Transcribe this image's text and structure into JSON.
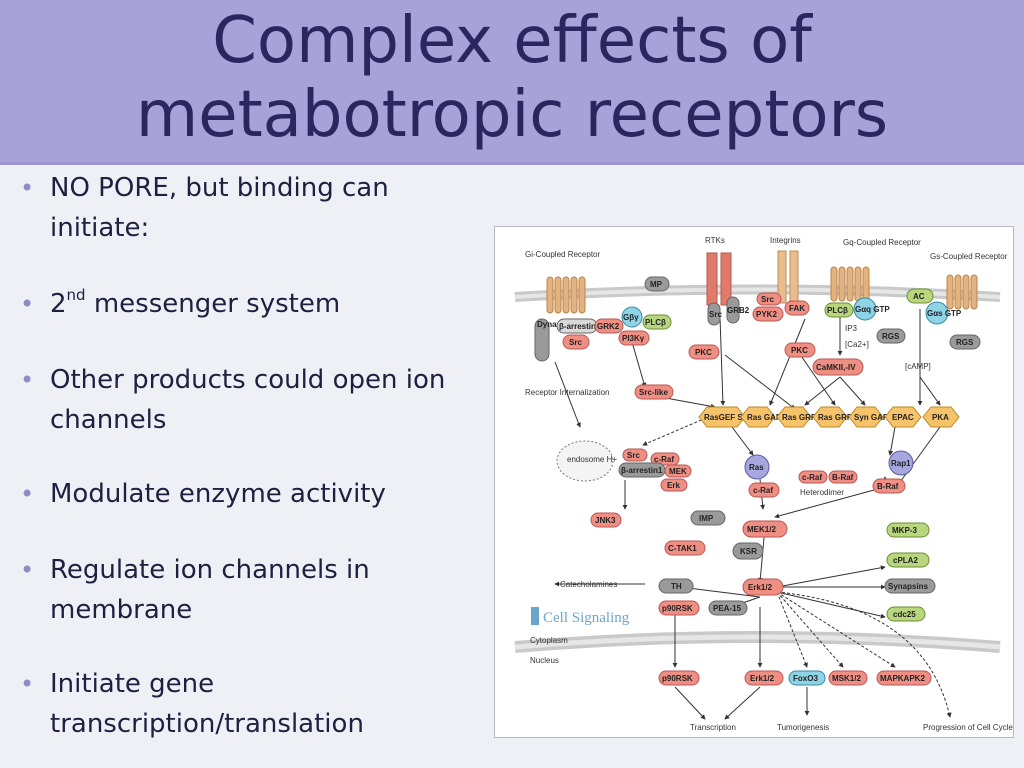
{
  "title_line1": "Complex effects of",
  "title_line2": "metabotropic receptors",
  "bullets": {
    "b1": "NO PORE, but binding can initiate:",
    "b2_pre": "2",
    "b2_sup": "nd",
    "b2_post": " messenger system",
    "b3": "Other products could open ion channels",
    "b4": "Modulate enzyme activity",
    "b5": "Regulate ion channels in membrane",
    "b6": "Initiate gene transcription/translation"
  },
  "diagram": {
    "labels": {
      "gi_receptor": "Gi-Coupled Receptor",
      "rtks": "RTKs",
      "integrins": "Integrins",
      "gq_receptor": "Gq-Coupled Receptor",
      "gs_receptor": "Gs-Coupled Receptor",
      "receptor_internalization": "Receptor Internalization",
      "heterodimer": "Heterodimer",
      "camp": "[cAMP]",
      "ip3": "IP3",
      "ca": "[Ca2+]",
      "catecholamines": "Catecholamines",
      "cytoplasm": "Cytoplasm",
      "nucleus": "Nucleus",
      "transcription": "Transcription",
      "tumorigenesis": "Tumorigenesis",
      "progression": "Progression of Cell Cycle",
      "endosome": "endosome H+",
      "logo": "Cell Signaling"
    },
    "nodes": {
      "dynamin": "Dynamin",
      "b_arrestin": "β-arrestin",
      "src1": "Src",
      "grk2": "GRK2",
      "gby": "Gβγ",
      "plcb1": "PLCβ",
      "pi3k": "PI3Kγ",
      "mp": "MP",
      "src2": "Src",
      "grb2": "GRB2",
      "src3": "Src",
      "pyk2": "PYK2",
      "fak": "FAK",
      "plcb2": "PLCβ",
      "gaq": "Gαq GTP",
      "ac": "AC",
      "gas": "Gαs GTP",
      "rgs1": "RGS",
      "rgs2": "RGS",
      "pkc1": "PKC",
      "pkc2": "PKC",
      "camk": "CaMKII,-IV",
      "src_like": "Src-like",
      "rasgef": "RasGEF SOS",
      "rasgap": "Ras GAP",
      "rasgrp": "Ras GRP",
      "rasgrf": "Ras GRF",
      "syngap": "Syn GAP",
      "epac": "EPAC",
      "pka": "PKA",
      "src4": "Src",
      "craf1": "c-Raf",
      "barr1": "β-arrestin1",
      "mek": "MEK",
      "erk": "Erk",
      "ras": "Ras",
      "craf2": "c-Raf",
      "craf3": "c-Raf",
      "braf1": "B-Raf",
      "rap1": "Rap1",
      "braf2": "B-Raf",
      "jnk3": "JNK3",
      "imp": "IMP",
      "mek12": "MEK1/2",
      "ctak1": "C-TAK1",
      "ksr": "KSR",
      "mkp3": "MKP-3",
      "cpla2": "cPLA2",
      "th": "TH",
      "erk12": "Erk1/2",
      "synapsins": "Synapsins",
      "p90rsk1": "p90RSK",
      "pea15": "PEA-15",
      "cdc25": "cdc25",
      "p90rsk2": "p90RSK",
      "erk12b": "Erk1/2",
      "foxo3": "FoxO3",
      "msk12": "MSK1/2",
      "mapkapk2": "MAPKAPK2"
    }
  }
}
